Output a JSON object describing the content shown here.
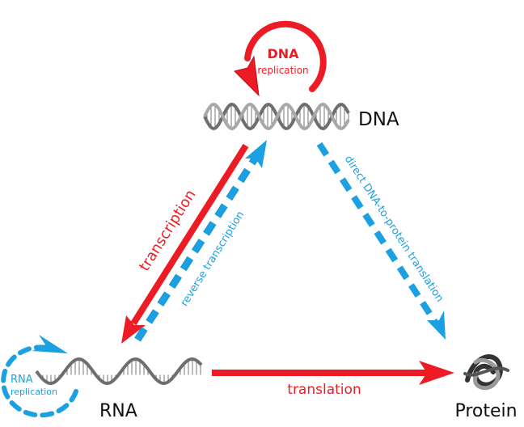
{
  "nodes": {
    "dna": "DNA",
    "rna": "RNA",
    "protein": "Protein"
  },
  "processes": {
    "dna_replication": {
      "line1": "DNA",
      "line2": "replication"
    },
    "transcription": "transcription",
    "reverse_transcription": "reverse transcription",
    "direct_translation": "direct DNA-to-protein translation",
    "rna_replication": {
      "line1": "RNA",
      "line2": "replication"
    },
    "translation": "translation"
  },
  "colors": {
    "general_transfer": "#ed1c24",
    "special_transfer": "#1ba1e2",
    "helix": "#888888"
  }
}
